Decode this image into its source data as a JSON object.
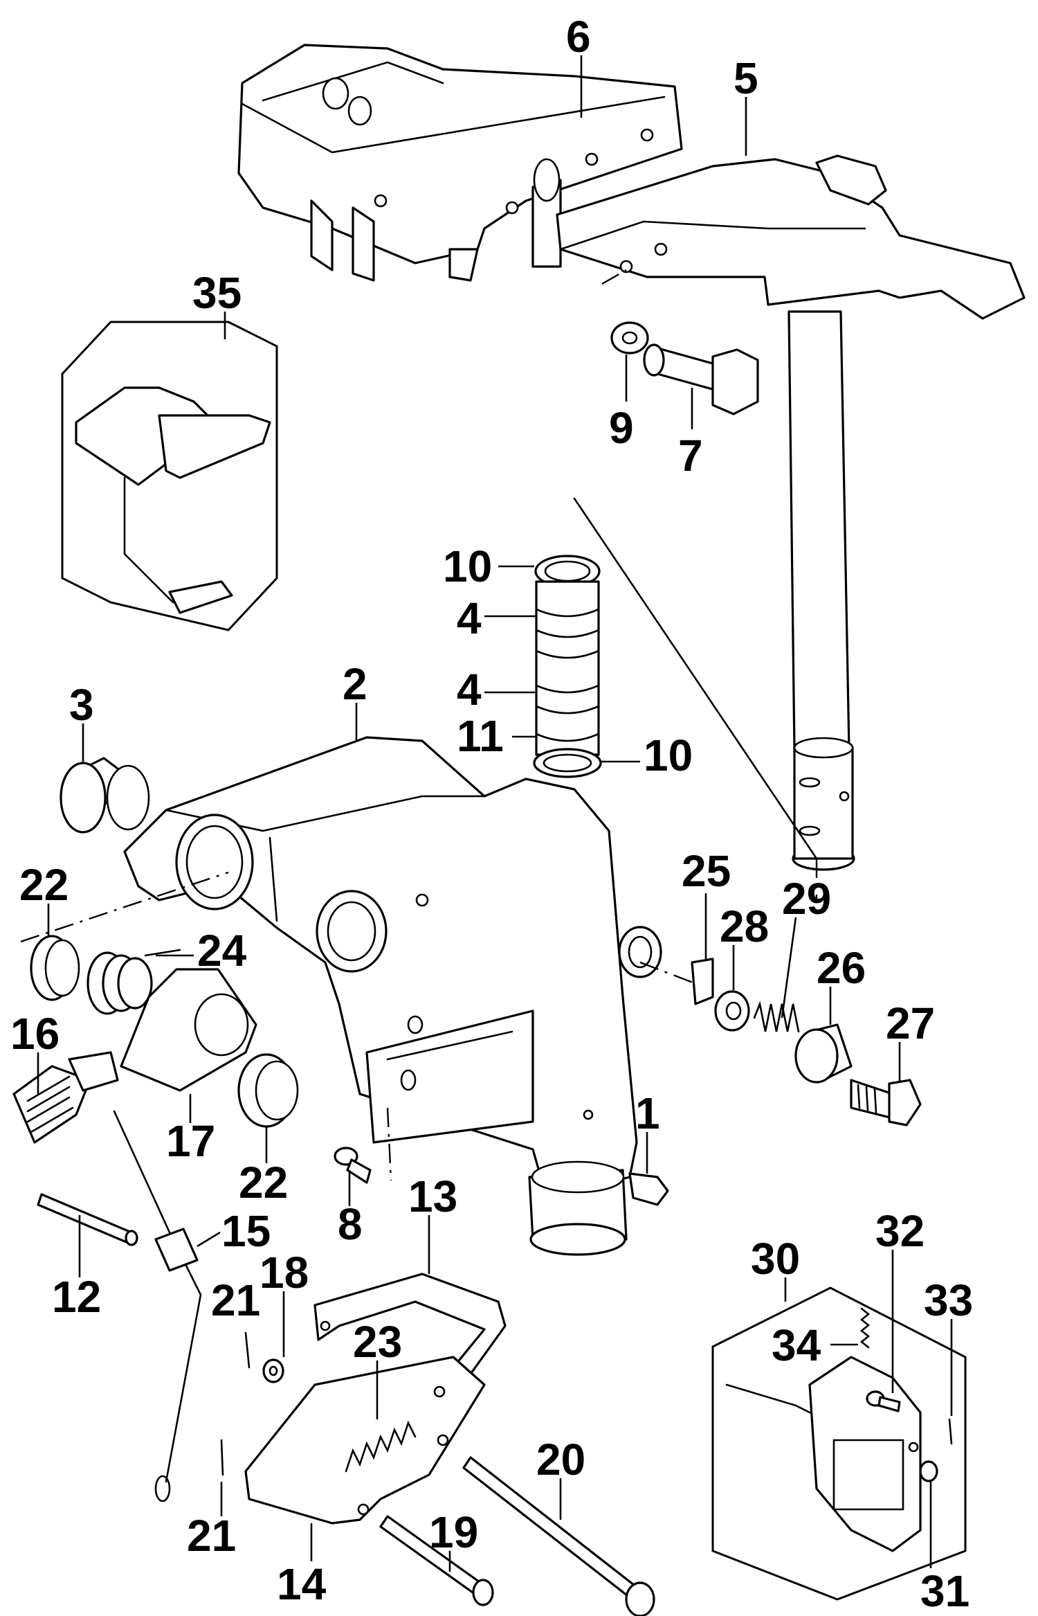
{
  "callouts": [
    {
      "id": "c6",
      "text": "6"
    },
    {
      "id": "c5",
      "text": "5"
    },
    {
      "id": "c35",
      "text": "35"
    },
    {
      "id": "c9",
      "text": "9"
    },
    {
      "id": "c7",
      "text": "7"
    },
    {
      "id": "c10a",
      "text": "10"
    },
    {
      "id": "c4a",
      "text": "4"
    },
    {
      "id": "c4b",
      "text": "4"
    },
    {
      "id": "c11",
      "text": "11"
    },
    {
      "id": "c10b",
      "text": "10"
    },
    {
      "id": "c2",
      "text": "2"
    },
    {
      "id": "c3",
      "text": "3"
    },
    {
      "id": "c22a",
      "text": "22"
    },
    {
      "id": "c24",
      "text": "24"
    },
    {
      "id": "c16",
      "text": "16"
    },
    {
      "id": "c17",
      "text": "17"
    },
    {
      "id": "c22b",
      "text": "22"
    },
    {
      "id": "c25",
      "text": "25"
    },
    {
      "id": "c28",
      "text": "28"
    },
    {
      "id": "c29",
      "text": "29"
    },
    {
      "id": "c26",
      "text": "26"
    },
    {
      "id": "c27",
      "text": "27"
    },
    {
      "id": "c1",
      "text": "1"
    },
    {
      "id": "c8",
      "text": "8"
    },
    {
      "id": "c13",
      "text": "13"
    },
    {
      "id": "c15",
      "text": "15"
    },
    {
      "id": "c12",
      "text": "12"
    },
    {
      "id": "c18",
      "text": "18"
    },
    {
      "id": "c21a",
      "text": "21"
    },
    {
      "id": "c23",
      "text": "23"
    },
    {
      "id": "c20",
      "text": "20"
    },
    {
      "id": "c19",
      "text": "19"
    },
    {
      "id": "c21b",
      "text": "21"
    },
    {
      "id": "c14",
      "text": "14"
    },
    {
      "id": "c30",
      "text": "30"
    },
    {
      "id": "c32",
      "text": "32"
    },
    {
      "id": "c33",
      "text": "33"
    },
    {
      "id": "c34",
      "text": "34"
    },
    {
      "id": "c31",
      "text": "31"
    }
  ]
}
